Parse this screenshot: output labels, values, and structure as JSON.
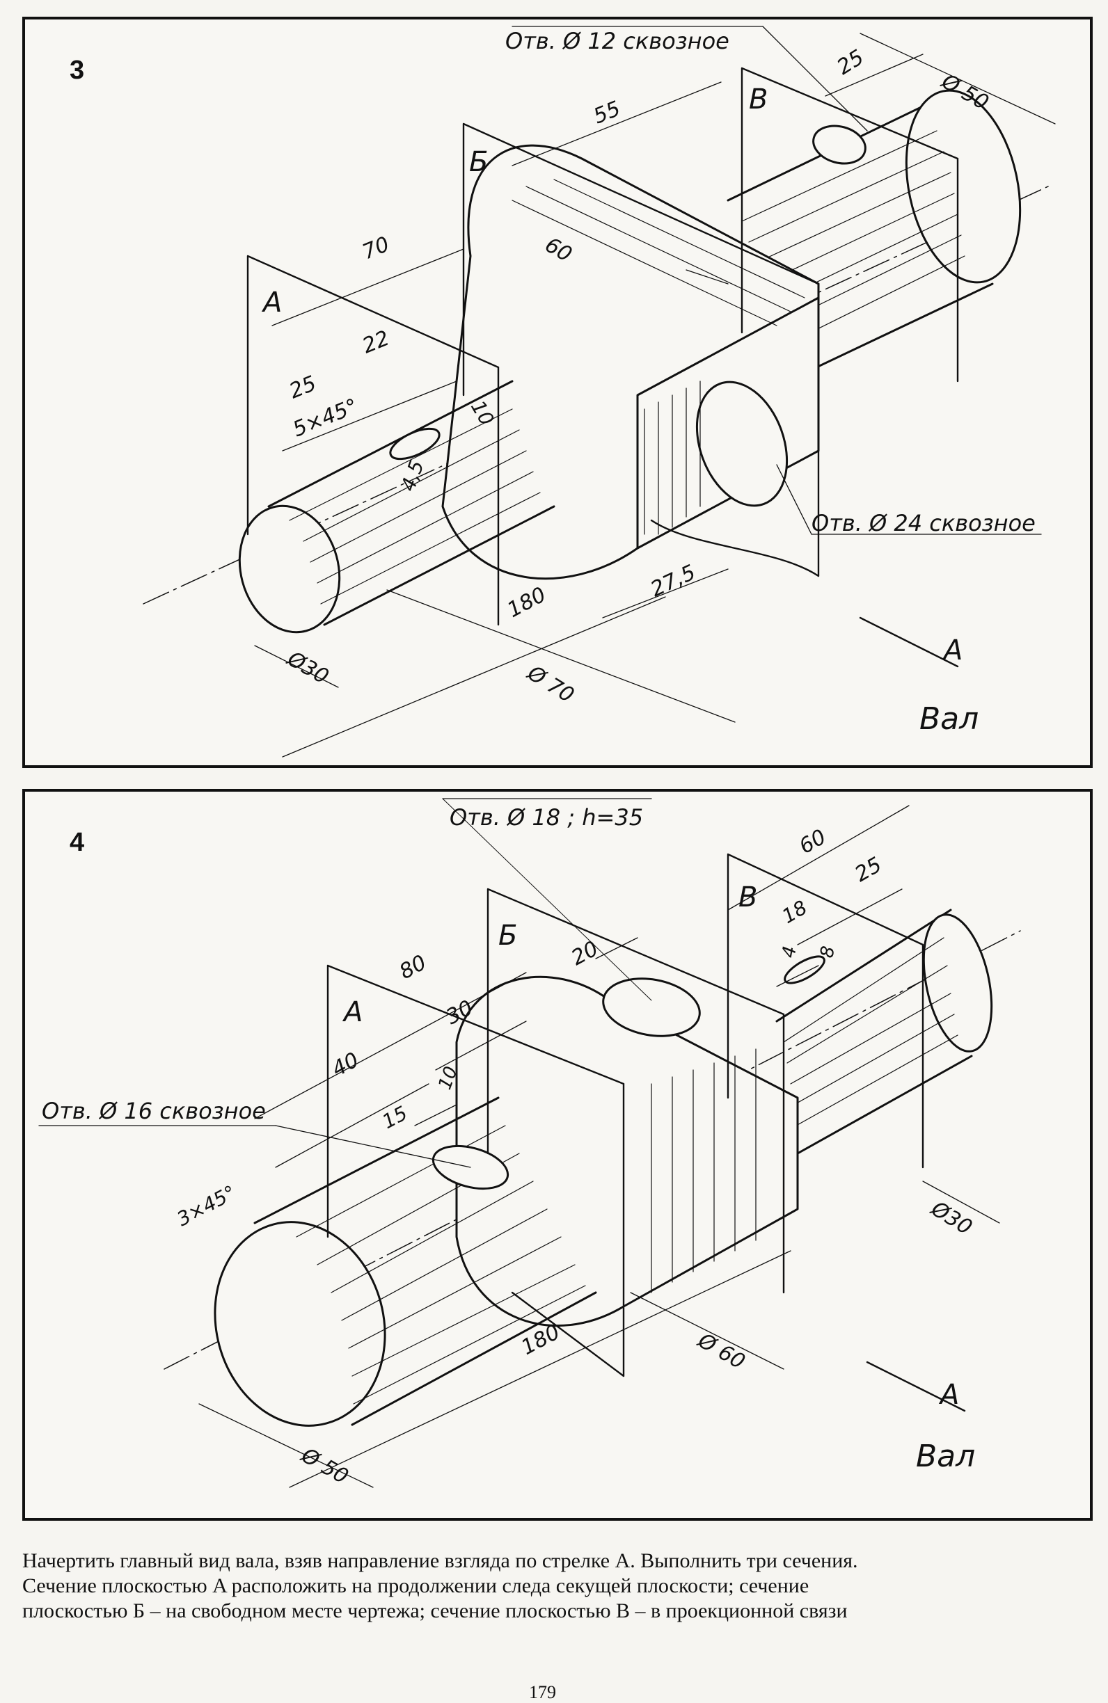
{
  "exercises": [
    {
      "number": "3",
      "title": "Вал",
      "view_arrow": "A",
      "planes": [
        "A",
        "Б",
        "В"
      ],
      "holes": [
        "Отв. Ø 12 сквозное",
        "Отв. Ø 24 сквозное"
      ],
      "dims": {
        "d1": "25",
        "d2": "Ø 50",
        "d3": "55",
        "d4": "70",
        "d5": "60",
        "d6": "22",
        "d7": "25",
        "d8": "5×45°",
        "d9": "10",
        "d10": "4,5",
        "d11": "180",
        "d12": "27,5",
        "d13": "Ø30",
        "d14": "Ø 70"
      }
    },
    {
      "number": "4",
      "title": "Вал",
      "view_arrow": "A",
      "planes": [
        "A",
        "Б",
        "В"
      ],
      "holes": [
        "Отв. Ø 18 ; h=35",
        "Отв. Ø 16 сквозное"
      ],
      "dims": {
        "d1": "60",
        "d2": "25",
        "d3": "18",
        "d4": "4",
        "d5": "8",
        "d6": "80",
        "d7": "30",
        "d8": "20",
        "d9": "40",
        "d10": "10",
        "d11": "15",
        "d12": "3×45°",
        "d13": "180",
        "d14": "Ø 60",
        "d15": "Ø 50",
        "d16": "Ø30"
      }
    }
  ],
  "task_lines": [
    "Начертить главный вид вала, взяв направление взгляда по стрелке A. Выполнить три сечения.",
    "Сечение плоскостью A расположить на продолжении следа секущей плоскости; сечение",
    "плоскостью Б – на свободном месте чертежа; сечение плоскостью В – в проекционной связи"
  ],
  "page_number": "179"
}
